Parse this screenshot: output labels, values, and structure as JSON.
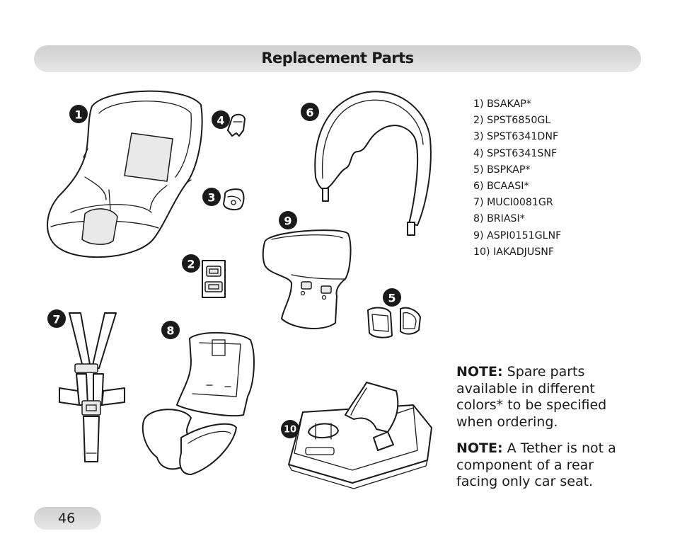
{
  "header": {
    "title": "Replacement Parts"
  },
  "badges": [
    "1",
    "2",
    "3",
    "4",
    "5",
    "6",
    "7",
    "8",
    "9",
    "10"
  ],
  "parts_list": [
    "1) BSAKAP*",
    "2) SPST6850GL",
    "3) SPST6341DNF",
    "4) SPST6341SNF",
    "5) BSPKAP*",
    "6) BCAASI*",
    "7) MUCI0081GR",
    "8) BRIASI*",
    "9) ASPI0151GLNF",
    "10) IAKADJUSNF"
  ],
  "notes": [
    {
      "label": "NOTE:",
      "text": " Spare parts available in different colors* to be specified when ordering."
    },
    {
      "label": "NOTE:",
      "text": " A Tether is not a component of a rear facing only car seat."
    }
  ],
  "page": {
    "number": "46"
  }
}
